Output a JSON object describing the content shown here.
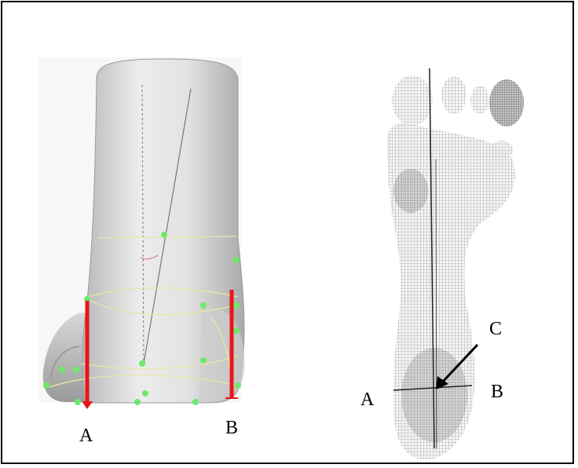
{
  "left_panel": {
    "label_a": "A",
    "label_b": "B"
  },
  "right_panel": {
    "label_a": "A",
    "label_b": "B",
    "label_c": "C"
  },
  "colors": {
    "marker_line": "#e8161a",
    "landmark_point": "#6ee86a",
    "contour_line": "#e8e6a8",
    "foot_shade": "#d4d4d4",
    "print_ink": "#555555"
  }
}
